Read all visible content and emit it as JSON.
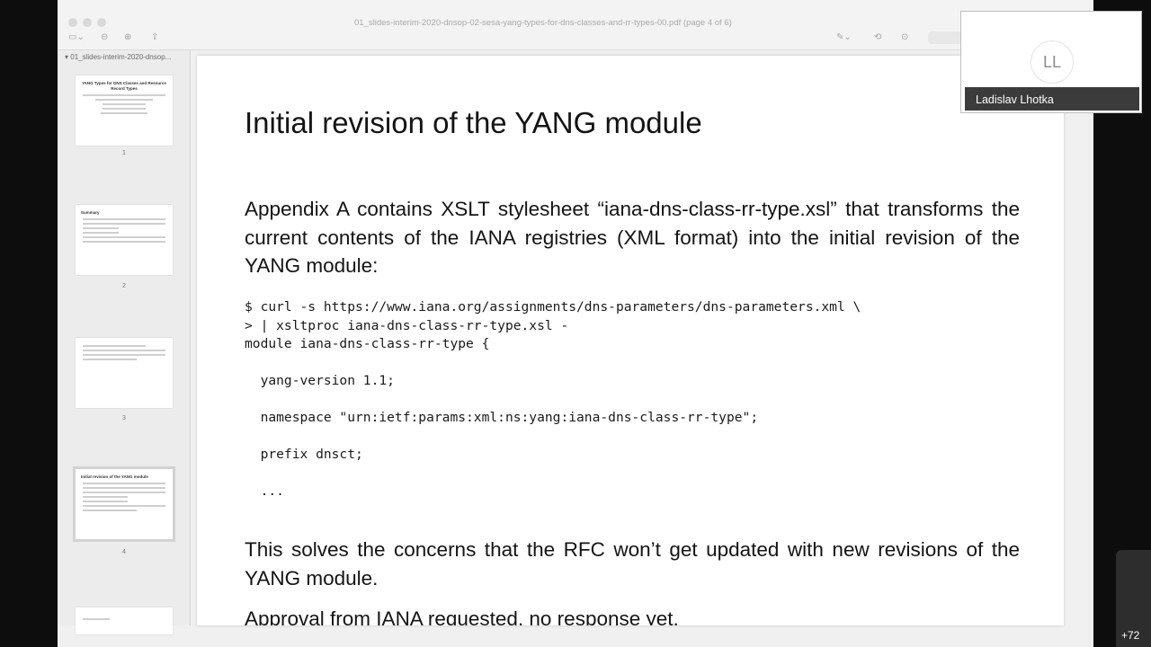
{
  "window": {
    "title": "01_slides-interim-2020-dnsop-02-sesa-yang-types-for-dns-classes-and-rr-types-00.pdf (page 4 of 6)"
  },
  "sidebar": {
    "header": "01_slides-interim-2020-dnsop...",
    "thumbnails": [
      {
        "page": "1",
        "title": "YANG Types for DNS Classes and Resource Record Types"
      },
      {
        "page": "2",
        "title": "Summary"
      },
      {
        "page": "3",
        "title": ""
      },
      {
        "page": "4",
        "title": "Initial revision of the YANG module"
      }
    ]
  },
  "slide": {
    "title": "Initial revision of the YANG module",
    "para1": "Appendix A contains XSLT stylesheet “iana-dns-class-rr-type.xsl” that transforms the current contents of the IANA registries (XML format) into the initial revision of the YANG module:",
    "code": [
      "$ curl -s https://www.iana.org/assignments/dns-parameters/dns-parameters.xml \\",
      "> | xsltproc iana-dns-class-rr-type.xsl -",
      "module iana-dns-class-rr-type {",
      "",
      "  yang-version 1.1;",
      "",
      "  namespace \"urn:ietf:params:xml:ns:yang:iana-dns-class-rr-type\";",
      "",
      "  prefix dnsct;",
      "",
      "  ..."
    ],
    "para2": "This solves the concerns that the RFC won’t get updated with new revisions of the YANG module.",
    "para3": "Approval from IANA requested, no response yet."
  },
  "video": {
    "initials": "LL",
    "name": "Ladislav Lhotka"
  },
  "participants_more": "+72"
}
